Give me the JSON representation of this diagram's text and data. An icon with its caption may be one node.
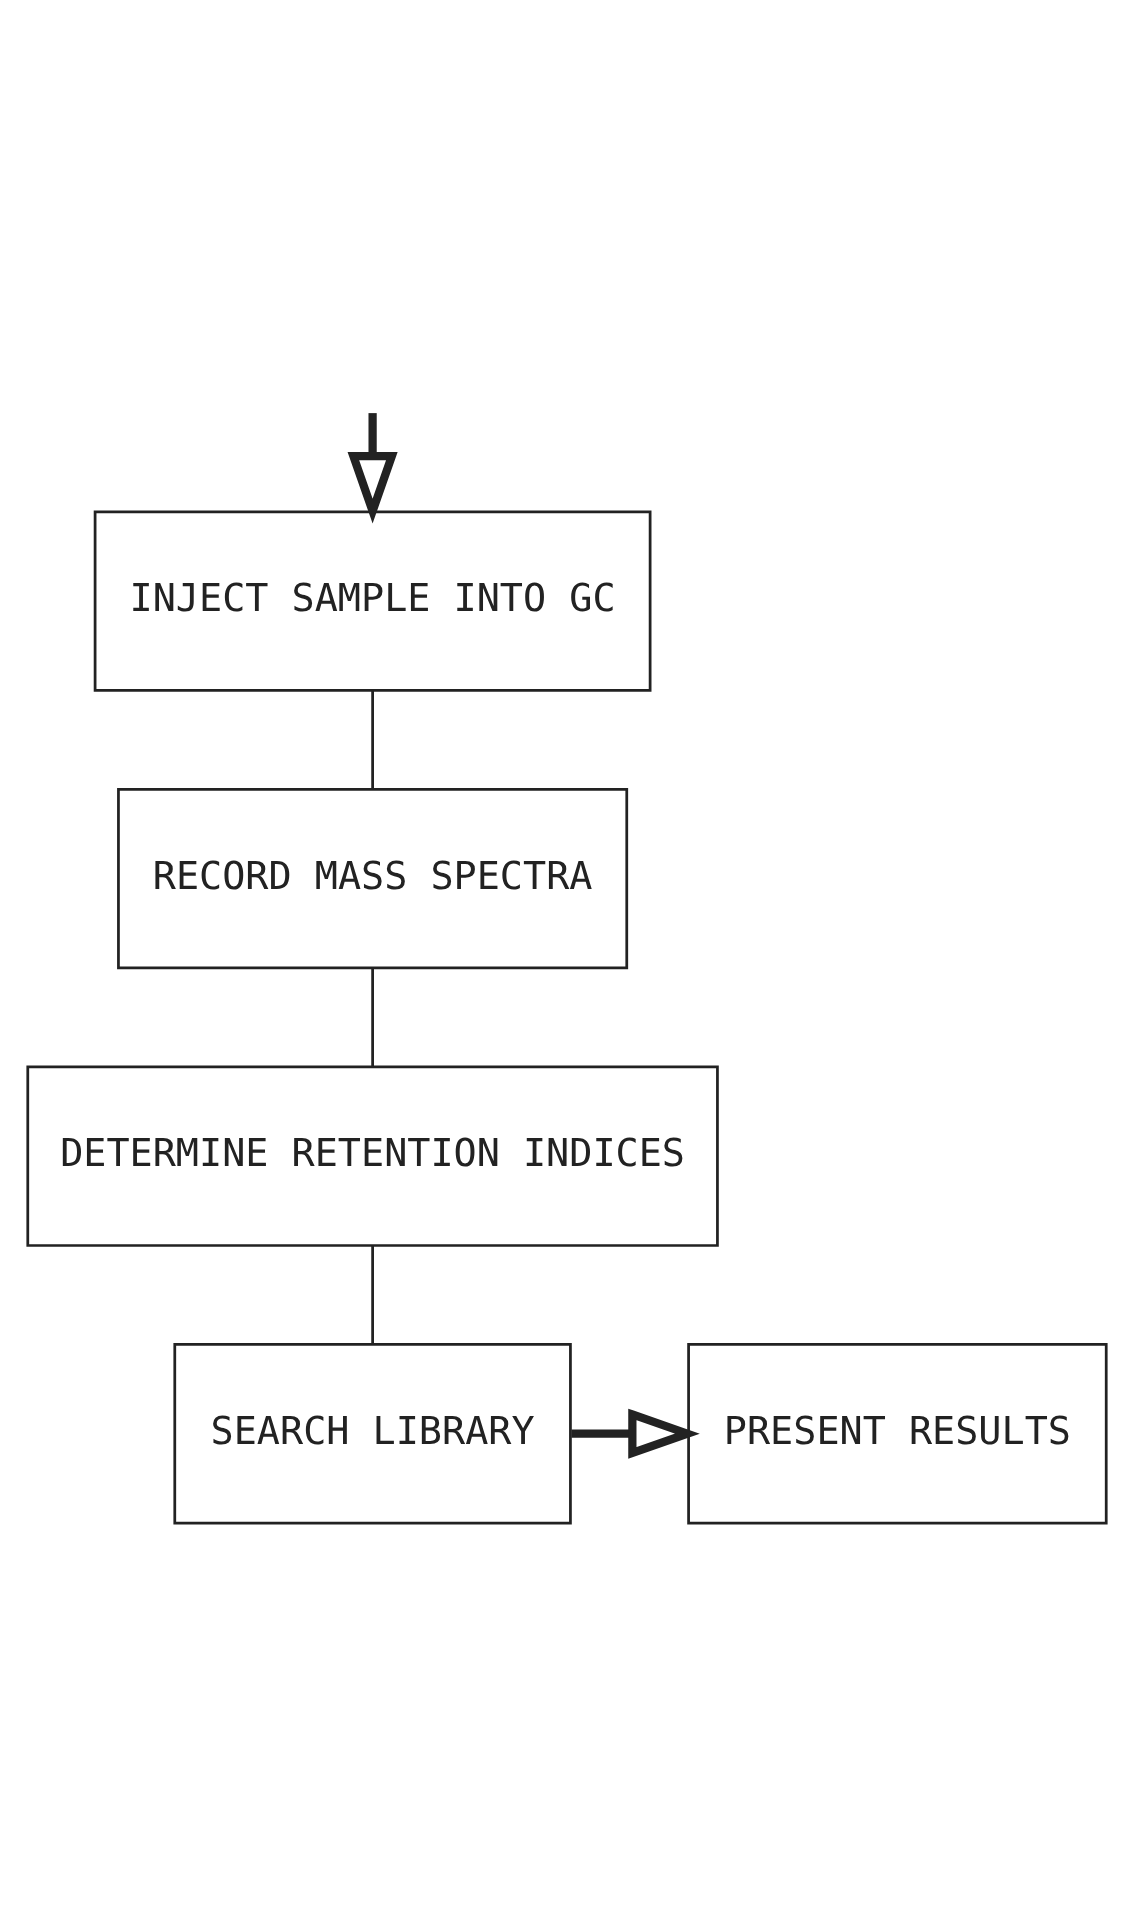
{
  "diagram": {
    "nodes": [
      {
        "text": [
          "INJECT SAMPLE INTO GC"
        ]
      },
      {
        "text": [
          "RECORD MASS SPECTRA"
        ]
      },
      {
        "text": [
          "DETERMINE RETENTION INDICES"
        ]
      },
      {
        "text": [
          "SEARCH LIBRARY"
        ]
      },
      {
        "text": [
          "PRESENT RESULTS"
        ]
      }
    ],
    "edges": [
      {
        "from": null,
        "to": 0,
        "arrow": "to",
        "style": "thick"
      },
      {
        "from": 0,
        "to": 1,
        "arrow": "none"
      },
      {
        "from": 1,
        "to": 2,
        "arrow": "none"
      },
      {
        "from": 2,
        "to": 3,
        "arrow": "none"
      },
      {
        "from": 3,
        "to": 4,
        "arrow": "to",
        "style": "thick"
      }
    ]
  }
}
